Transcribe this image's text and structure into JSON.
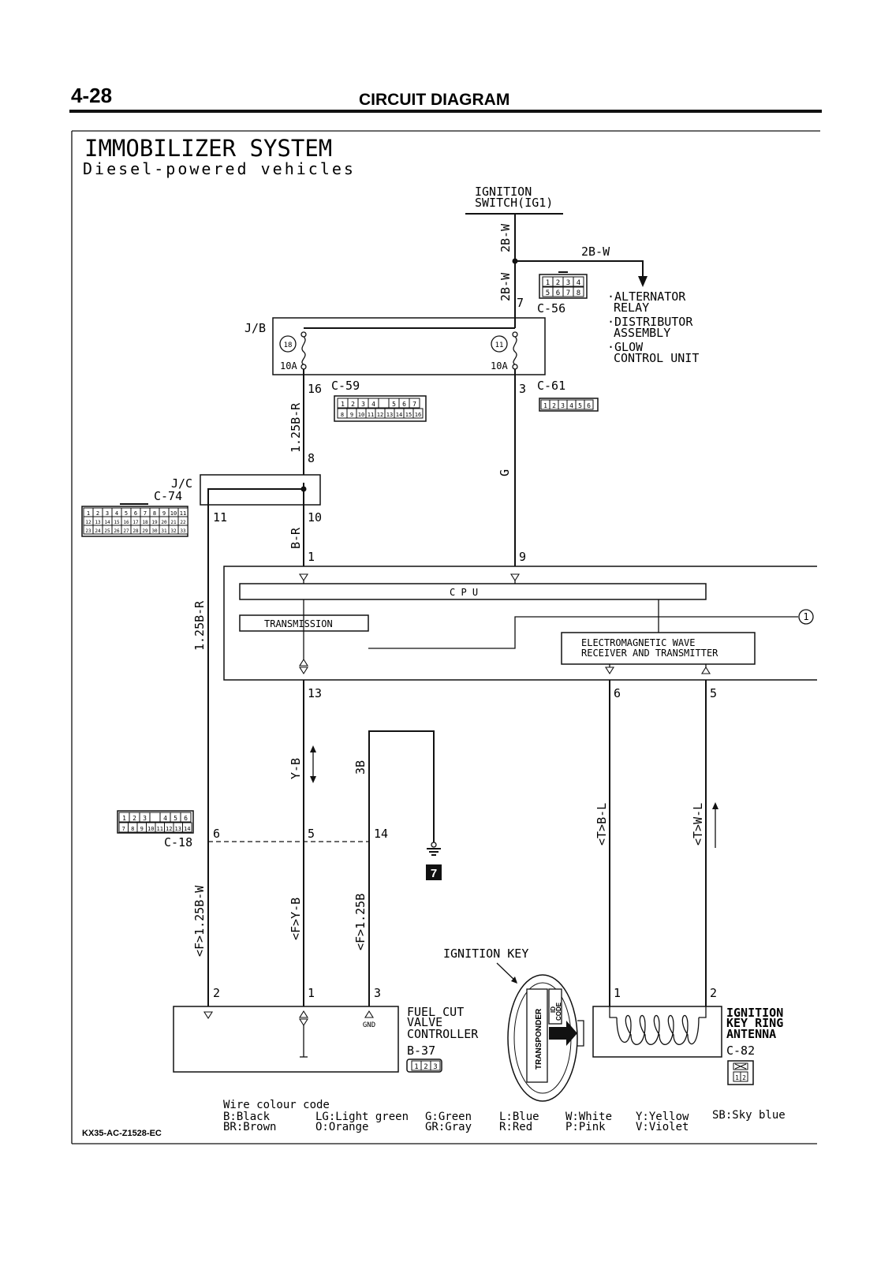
{
  "header": {
    "page_number": "4-28",
    "title": "CIRCUIT DIAGRAM"
  },
  "diagram": {
    "title": "IMMOBILIZER SYSTEM",
    "subtitle": "Diesel-powered vehicles",
    "ignition_switch": [
      "IGNITION",
      "SWITCH(IG1)"
    ],
    "alternator_list": [
      "·ALTERNATOR",
      "RELAY",
      "·DISTRIBUTOR",
      "ASSEMBLY",
      "·GLOW",
      "CONTROL UNIT"
    ],
    "junction_box": "J/B",
    "joint_connector": [
      "J/C",
      "C-74"
    ],
    "fuses": [
      {
        "number": "18",
        "rating": "10A"
      },
      {
        "number": "11",
        "rating": "10A"
      }
    ],
    "connectors": {
      "c56": "C-56",
      "c59": "C-59",
      "c61": "C-61",
      "c18": "C-18",
      "b37": "B-37",
      "c82": "C-82"
    },
    "wires": {
      "w2bw_a": "2B-W",
      "w2bw_b": "2B-W",
      "w2bw_branch": "2B-W",
      "w125br_top": "1.25B-R",
      "w_g": "G",
      "w_br": "B-R",
      "w125br_left": "1.25B-R",
      "w_yb": "Y-B",
      "w_3b": "3B",
      "w_tbl": "<T>B-L",
      "w_twl": "<T>W-L",
      "w_f125bw": "<F>1.25B-W",
      "w_fyb": "<F>Y-B",
      "w_f125b": "<F>1.25B"
    },
    "pins": {
      "p7": "7",
      "p16": "16",
      "p3": "3",
      "p8": "8",
      "p11": "11",
      "p10": "10",
      "p1": "1",
      "p9": "9",
      "p13": "13",
      "p6": "6",
      "p5": "5",
      "c18_6": "6",
      "c18_5": "5",
      "c18_14": "14",
      "b37_2": "2",
      "b37_1": "1",
      "b37_3": "3",
      "c82_1": "1",
      "c82_2": "2"
    },
    "pin_grids": {
      "c56": [
        [
          "1",
          "2",
          "3",
          "4"
        ],
        [
          "5",
          "6",
          "7",
          "8"
        ]
      ],
      "c59_top": [
        "1",
        "2",
        "3",
        "4",
        "",
        "5",
        "6",
        "7"
      ],
      "c59_bottom": [
        "8",
        "9",
        "10",
        "11",
        "12",
        "13",
        "14",
        "15",
        "16"
      ],
      "c61": [
        "1",
        "2",
        "3",
        "4",
        "5",
        "6"
      ],
      "c74_r1": [
        "1",
        "2",
        "3",
        "4",
        "5",
        "6",
        "7",
        "8",
        "9",
        "10",
        "11"
      ],
      "c74_r2": [
        "12",
        "13",
        "14",
        "15",
        "16",
        "17",
        "18",
        "19",
        "20",
        "21",
        "22"
      ],
      "c74_r3": [
        "23",
        "24",
        "25",
        "26",
        "27",
        "28",
        "29",
        "30",
        "31",
        "32",
        "33"
      ],
      "c18_top": [
        "1",
        "2",
        "3",
        "",
        "4",
        "5",
        "6"
      ],
      "c18_bottom": [
        "7",
        "8",
        "9",
        "10",
        "11",
        "12",
        "13",
        "14"
      ],
      "b37": [
        "1",
        "2",
        "3"
      ],
      "c82": [
        "1",
        "2"
      ]
    },
    "ecu": {
      "cpu": "C P U",
      "transmission": "TRANSMISSION",
      "em_wave": [
        "ELECTROMAGNETIC WAVE",
        "RECEIVER AND TRANSMITTER"
      ],
      "reference": "1"
    },
    "ground_number": "7",
    "gnd_label": "GND",
    "ignition_key": {
      "label": "IGNITION KEY",
      "transponder": "TRANSPONDER",
      "id_code": [
        "ID",
        "CODE"
      ]
    },
    "fuel_cut": [
      "FUEL CUT",
      "VALVE",
      "CONTROLLER"
    ],
    "antenna": [
      "IGNITION",
      "KEY RING",
      "ANTENNA"
    ],
    "wire_colour_code": {
      "heading": "Wire colour code",
      "entries": [
        [
          "B:Black",
          "BR:Brown"
        ],
        [
          "LG:Light green",
          "O:Orange"
        ],
        [
          "G:Green",
          "GR:Gray"
        ],
        [
          "L:Blue",
          "R:Red"
        ],
        [
          "W:White",
          "P:Pink"
        ],
        [
          "Y:Yellow",
          "V:Violet"
        ],
        [
          "SB:Sky blue",
          ""
        ]
      ]
    },
    "code_reference": "KX35-AC-Z1528-EC"
  }
}
